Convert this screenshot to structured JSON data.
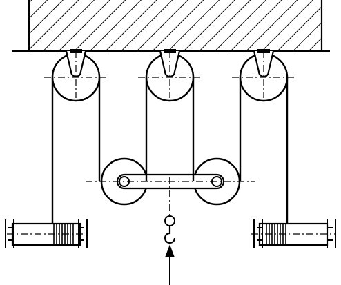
{
  "diagram": {
    "type": "pulley-block-hoist",
    "fixed_pulley_count": 3,
    "movable_pulley_count": 2,
    "winch_drum_count": 2,
    "hook_count": 1,
    "load_arrow_direction": "up",
    "colors": {
      "line": "#000000",
      "background": "#ffffff",
      "hatch": "#000000"
    }
  }
}
